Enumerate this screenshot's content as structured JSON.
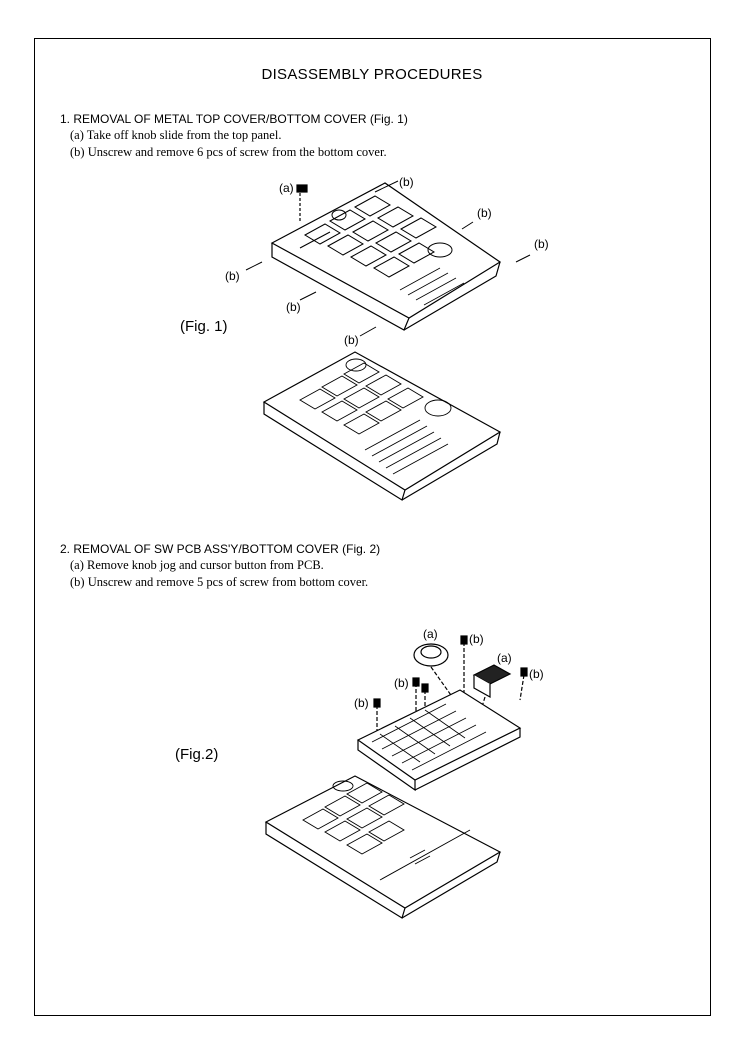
{
  "page": {
    "title": "DISASSEMBLY PROCEDURES",
    "section1": {
      "heading": "1. REMOVAL OF METAL TOP COVER/BOTTOM COVER (Fig. 1)",
      "step_a": "(a) Take off knob slide from the top panel.",
      "step_b": "(b) Unscrew and remove 6 pcs of screw from the bottom cover.",
      "figure_label": "(Fig. 1)",
      "callout_a": "(a)",
      "callout_b": "(b)"
    },
    "section2": {
      "heading": "2. REMOVAL OF SW PCB ASS'Y/BOTTOM COVER (Fig. 2)",
      "step_a": "(a) Remove knob jog and cursor button from PCB.",
      "step_b": "(b) Unscrew and remove 5 pcs of screw from bottom cover.",
      "figure_label": "(Fig.2)",
      "callout_a": "(a)",
      "callout_b": "(b)"
    }
  }
}
